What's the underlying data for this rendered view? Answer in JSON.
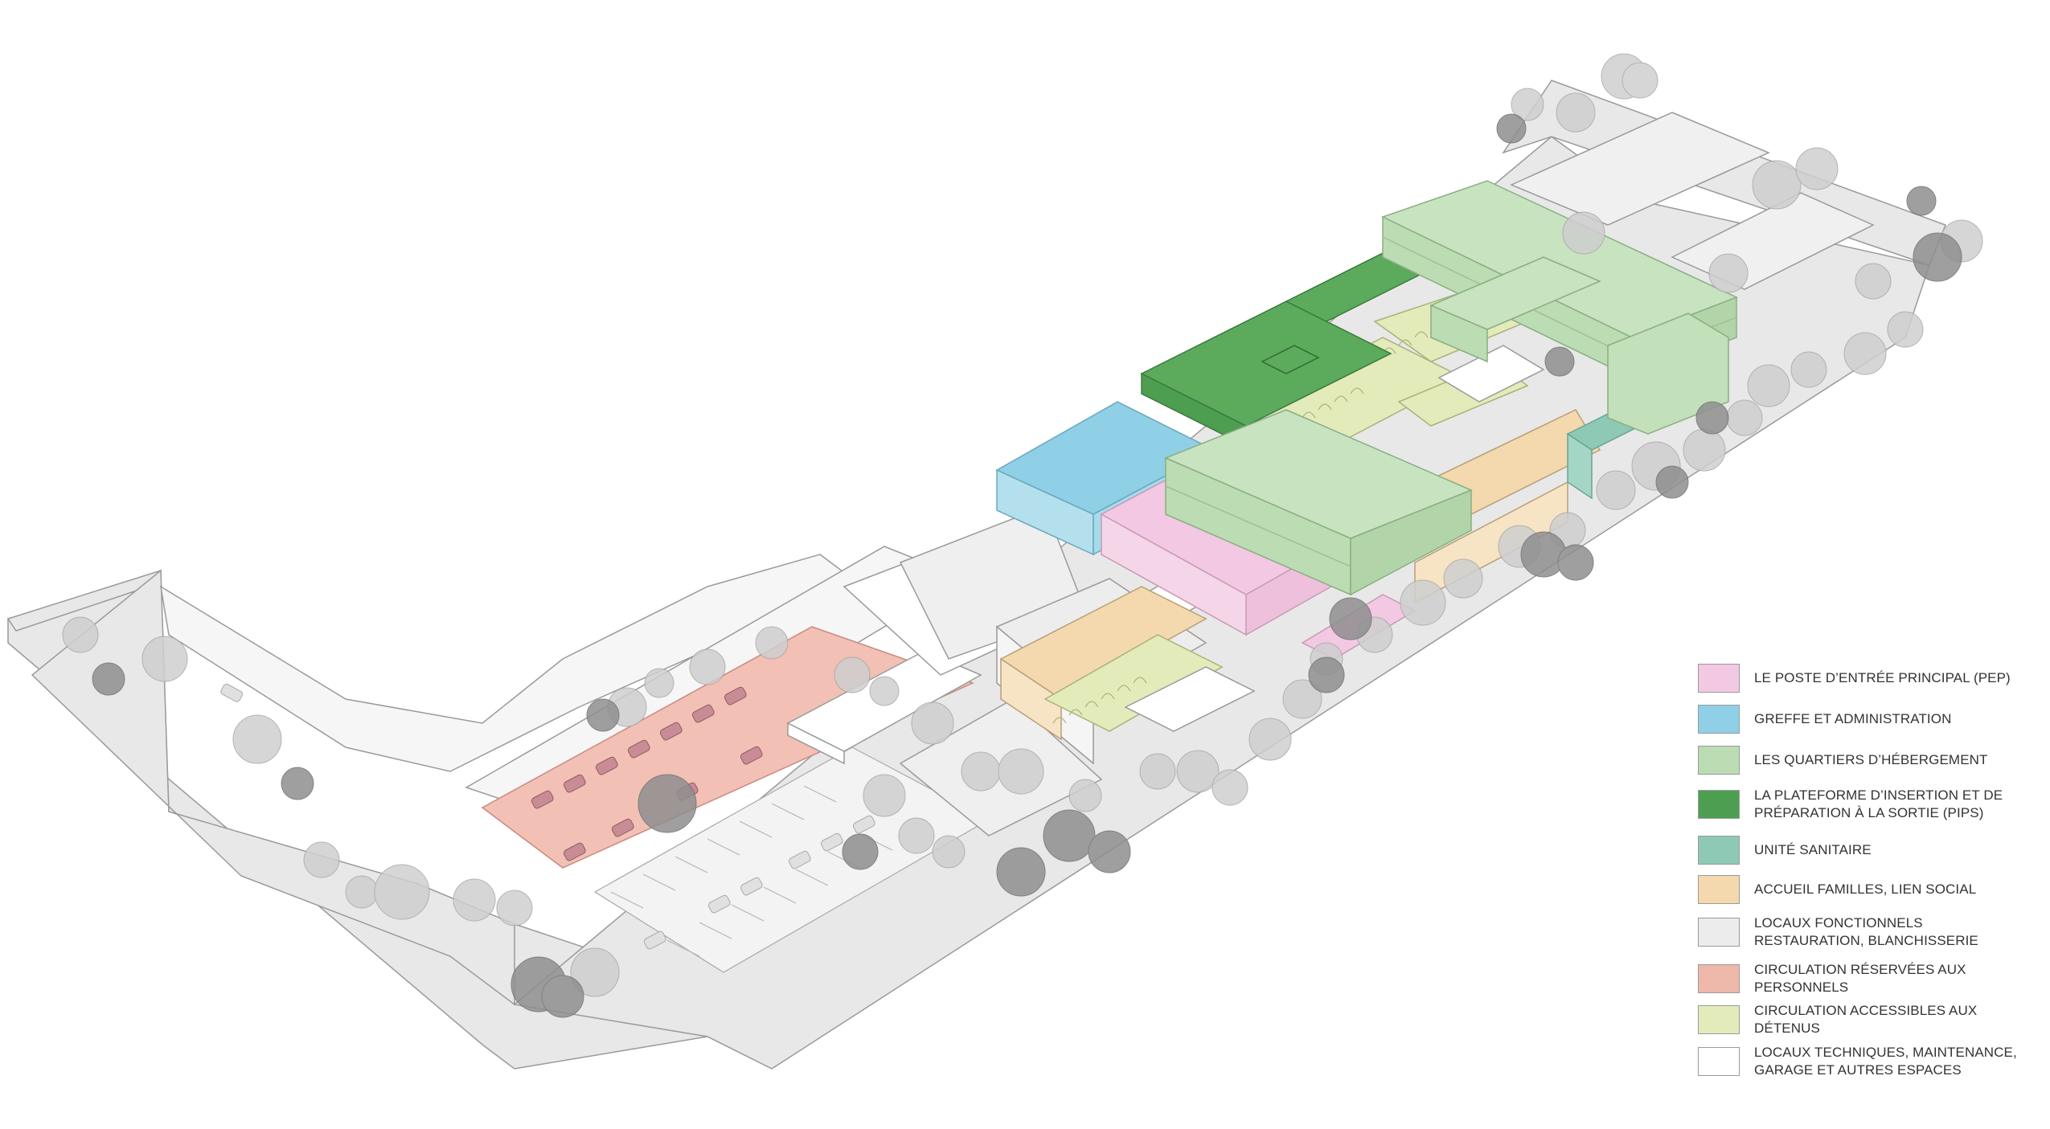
{
  "colors": {
    "outline": "#9a9a9a",
    "ground": "#e6e6e6",
    "tree_light": "#c9c9c9",
    "tree_dark": "#8c8c8c"
  },
  "legend": {
    "items": [
      {
        "label": "LE POSTE D’ENTRÉE PRINCIPAL (PEP)",
        "color": "#f2c8e2"
      },
      {
        "label": "GREFFE ET ADMINISTRATION",
        "color": "#8fd0e6"
      },
      {
        "label": "LES QUARTIERS D’HÉBERGEMENT",
        "color": "#bcdcb4"
      },
      {
        "label": "LA PLATEFORME D’INSERTION ET DE\nPRÉPARATION À LA SORTIE (PIPS)",
        "color": "#4e9e52"
      },
      {
        "label": "UNITÉ SANITAIRE",
        "color": "#8ec9b6"
      },
      {
        "label": "ACCUEIL FAMILLES, LIEN SOCIAL",
        "color": "#f3d9ad"
      },
      {
        "label": "LOCAUX FONCTIONNELS\nRESTAURATION, BLANCHISSERIE",
        "color": "#ececec"
      },
      {
        "label": "CIRCULATION RÉSERVÉES AUX PERSONNELS",
        "color": "#eeb8ab"
      },
      {
        "label": "CIRCULATION ACCESSIBLES AUX DÉTENUS",
        "color": "#e3ebbb"
      },
      {
        "label": "LOCAUX TECHNIQUES, MAINTENANCE,\nGARAGE ET AUTRES ESPACES",
        "color": "#ffffff"
      }
    ]
  }
}
